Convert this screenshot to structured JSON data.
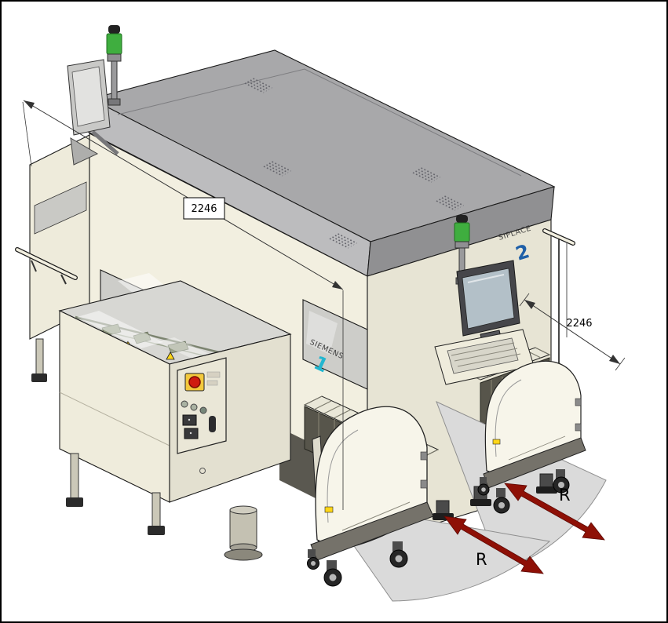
{
  "labels": {
    "dimension_top": "2246",
    "dimension_right": "2246",
    "radius_outer": "R",
    "radius_inner": "R",
    "module1_brand": "SIEMENS",
    "module1_number": "1",
    "module2_brand": "SIPLACE",
    "module2_number": "2"
  },
  "colors": {
    "machine_body": "#f2efe0",
    "machine_body_shade": "#e7e4d4",
    "roof_top": "#a8a8aa",
    "roof_front": "#bcbcbe",
    "roof_side": "#909092",
    "window_glass": "#cdcdc9",
    "swing_arc_fill": "#dadada",
    "swing_arrow": "#8e1006",
    "estop_red": "#cf1b10",
    "estop_yellow": "#f3c93d",
    "beacon_green": "#3fae3f",
    "module1_number_color": "#21b6d0",
    "module2_number_color": "#1e5fa8"
  }
}
